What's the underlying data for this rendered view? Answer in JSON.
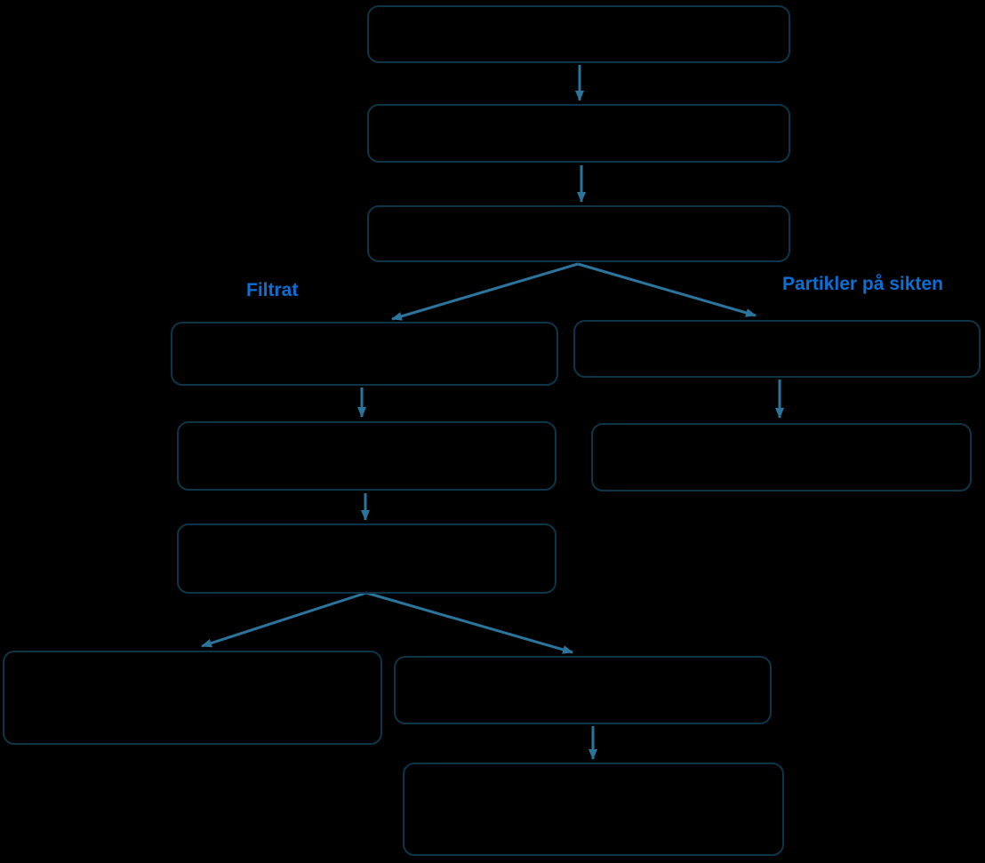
{
  "diagram": {
    "background": "#000000",
    "colors": {
      "box_border": "#0e3547",
      "arrow": "#2b749c",
      "branch_label": "#0b6fd4"
    },
    "branch_labels": {
      "left": "Filtrat",
      "right": "Partikler på sikten"
    },
    "nodes": [
      {
        "id": "step-1",
        "label": ""
      },
      {
        "id": "step-2",
        "label": ""
      },
      {
        "id": "step-3",
        "label": ""
      },
      {
        "id": "step-4-filtrat",
        "label": ""
      },
      {
        "id": "step-4-partikler",
        "label": ""
      },
      {
        "id": "step-5-filtrat",
        "label": ""
      },
      {
        "id": "step-5-partikler",
        "label": ""
      },
      {
        "id": "step-6-filtrat",
        "label": ""
      },
      {
        "id": "step-7-left",
        "label": ""
      },
      {
        "id": "step-7-right",
        "label": ""
      },
      {
        "id": "step-8",
        "label": ""
      }
    ]
  }
}
